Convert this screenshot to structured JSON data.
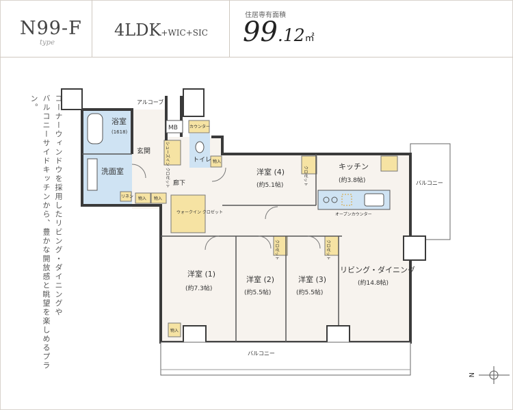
{
  "header": {
    "type_name": "N99-F",
    "type_sub": "type",
    "plan_main": "4LDK",
    "plan_extra": "+WIC+SIC",
    "area_label": "住居専有面積",
    "area_int": "99",
    "area_dec": ".12",
    "area_unit": "㎡"
  },
  "copy": {
    "line1": "コーナーウィンドウを採用したリビング・ダイニングや",
    "line2": "バルコニーサイドキッチンから、豊かな開放感と眺望を楽しめるプラン。"
  },
  "rooms": {
    "bath": "浴室",
    "bath_size": "(1618)",
    "washroom": "洗面室",
    "entrance": "玄関",
    "alcove": "アルコーブ",
    "mb": "MB",
    "counter": "カウンター",
    "shoe_closet": "シューズイン\nクロゼット",
    "toilet": "トイレ",
    "hall": "廊下",
    "linen": "リネン",
    "storage": "物入",
    "wic": "ウォークイン\nクロゼット",
    "closet": "クロゼット",
    "room4": "洋室 (4)",
    "room4_size": "(約5.1帖)",
    "kitchen": "キッチン",
    "kitchen_size": "(約3.8帖)",
    "open_counter": "オープンカウンター",
    "balcony": "バルコニー",
    "room1": "洋室 (1)",
    "room1_size": "(約7.3帖)",
    "room2": "洋室 (2)",
    "room2_size": "(約5.5帖)",
    "room3": "洋室 (3)",
    "room3_size": "(約5.5帖)",
    "living": "リビング・ダイニング",
    "living_size": "(約14.8帖)"
  },
  "compass": {
    "label": "N"
  },
  "colors": {
    "floor": "#f7f3ee",
    "wet": "#cfe3f3",
    "closet": "#f6e3a3",
    "wall": "#3a3a3a"
  }
}
